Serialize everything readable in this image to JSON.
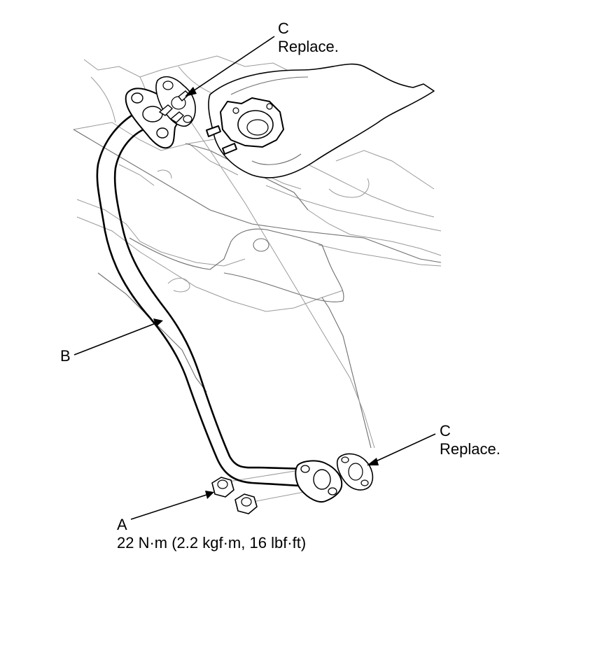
{
  "callouts": {
    "c_top": {
      "letter": "C",
      "note": "Replace."
    },
    "b": {
      "letter": "B"
    },
    "c_bottom": {
      "letter": "C",
      "note": "Replace."
    },
    "a": {
      "letter": "A",
      "torque": "22 N·m (2.2 kgf·m, 16 lbf·ft)"
    }
  }
}
